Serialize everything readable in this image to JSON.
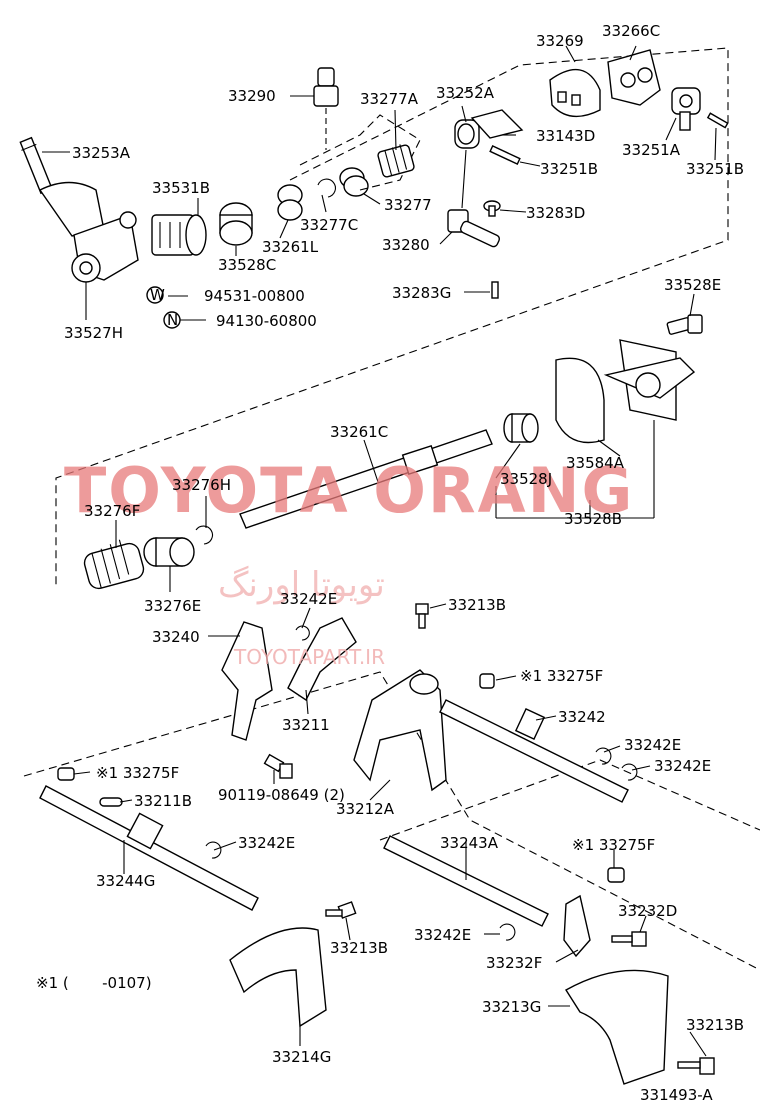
{
  "labels": {
    "l33269": "33269",
    "l33266C": "33266C",
    "l33290": "33290",
    "l33277A": "33277A",
    "l33252A": "33252A",
    "l33143D": "33143D",
    "l33251A": "33251A",
    "l33251B_1": "33251B",
    "l33251B_2": "33251B",
    "l33253A": "33253A",
    "l33531B": "33531B",
    "l33277C": "33277C",
    "l33277": "33277",
    "l33283D": "33283D",
    "l33261L": "33261L",
    "l33528C": "33528C",
    "l33280": "33280",
    "l33283G": "33283G",
    "l94531": "94531-00800",
    "l94130": "94130-60800",
    "l33527H": "33527H",
    "l33528E": "33528E",
    "l33261C": "33261C",
    "l33584A": "33584A",
    "l33528J": "33528J",
    "l33276H": "33276H",
    "l33528B": "33528B",
    "l33276F": "33276F",
    "l33276E": "33276E",
    "l33242E_1": "33242E",
    "l33213B_1": "33213B",
    "l33240": "33240",
    "l33275F_1": "※1 33275F",
    "l33211": "33211",
    "l33242": "33242",
    "l33242E_2": "33242E",
    "l33242E_3": "33242E",
    "l33275F_2": "※1 33275F",
    "l33211B": "33211B",
    "l90119": "90119-08649 (2)",
    "l33212A": "33212A",
    "l33242E_4": "33242E",
    "l33243A": "33243A",
    "l33275F_3": "※1 33275F",
    "l33244G": "33244G",
    "l33232D": "33232D",
    "l33213B_2": "33213B",
    "l33242E_5": "33242E",
    "l33232F": "33232F",
    "l33213G": "33213G",
    "l33213B_3": "33213B",
    "l33214G": "33214G",
    "note": "※1 (       -0107)",
    "figno": "331493-A",
    "circW": "W",
    "circN": "N"
  },
  "watermark": {
    "main": "TOYOTA ORANG",
    "persian": "تویوتا اورنگ",
    "site": "TOYOTAPART.IR"
  },
  "colors": {
    "watermark": "#e87a7a",
    "line": "#000000"
  }
}
